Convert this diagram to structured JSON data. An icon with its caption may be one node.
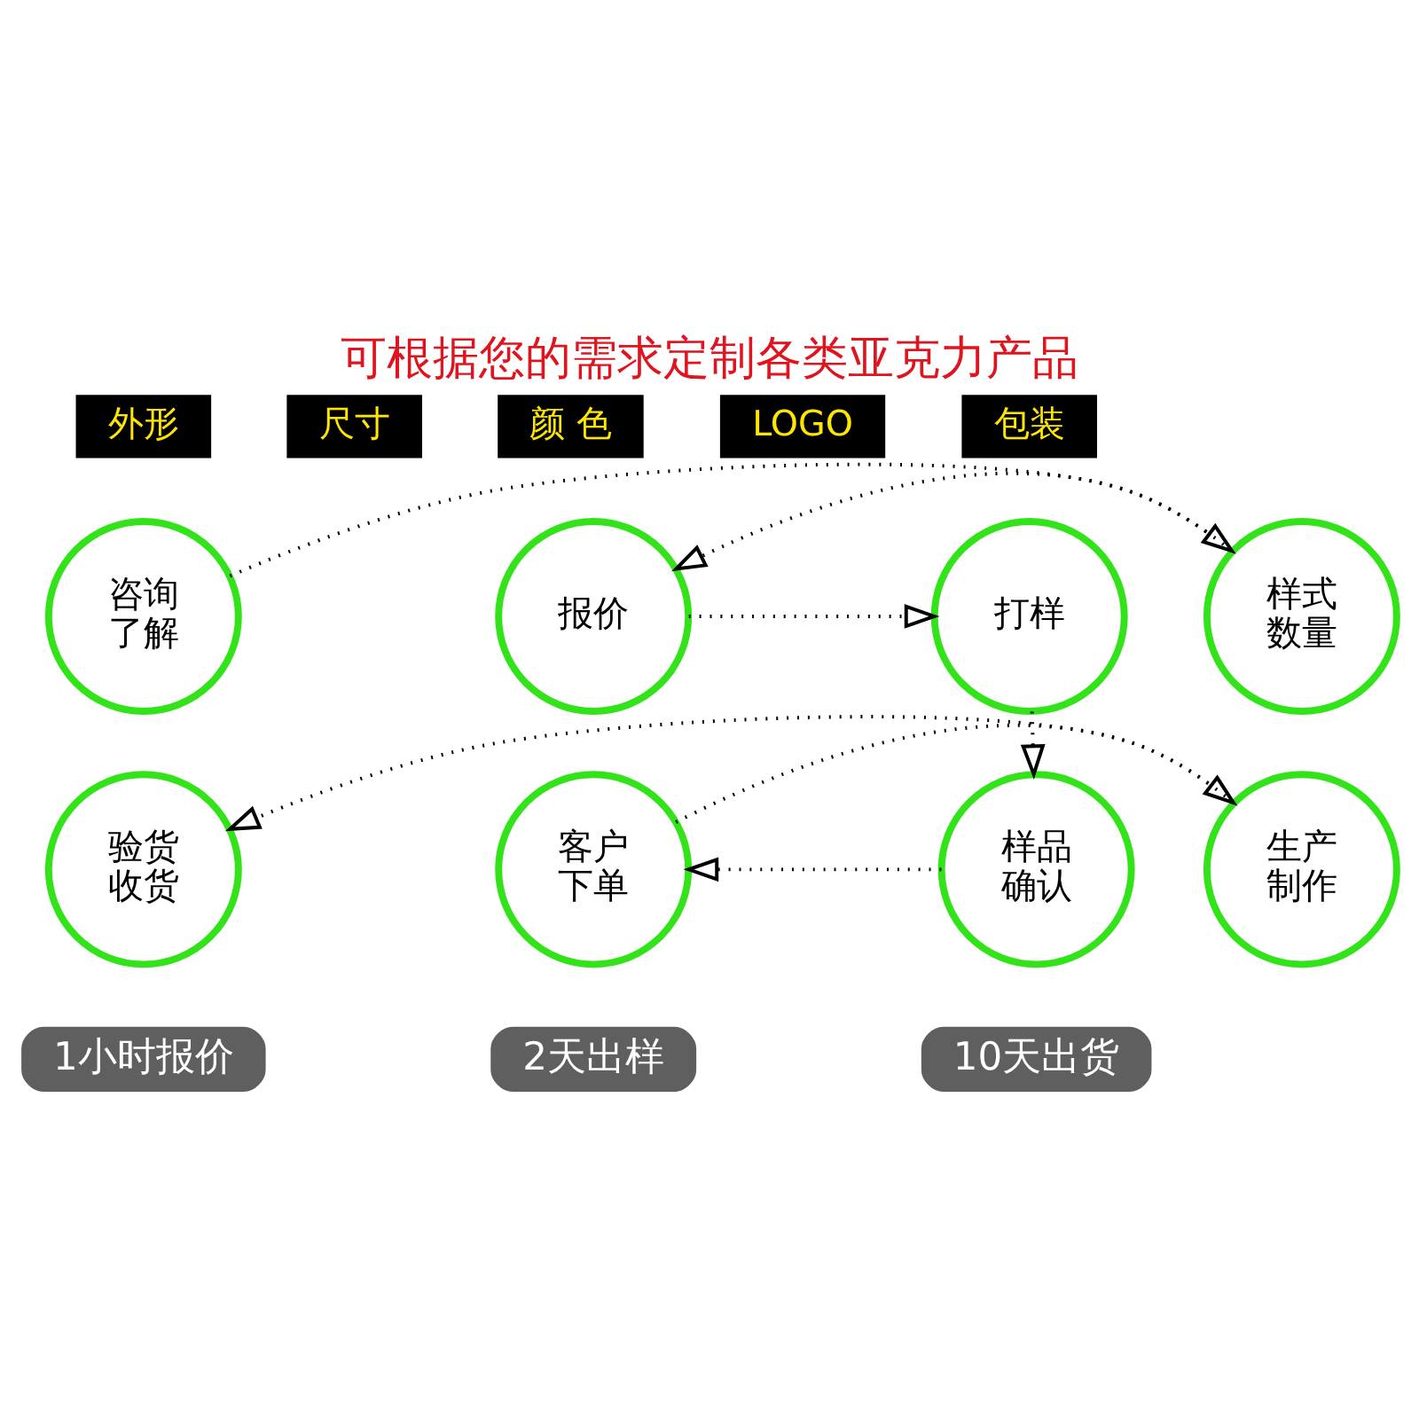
{
  "diagram": {
    "title": "可根据您的需求定制各类亚克力产品",
    "nodes": [
      {
        "text": [
          "咨询了解"
        ]
      },
      {
        "text": [
          "样式数量"
        ]
      },
      {
        "text": [
          "报价"
        ]
      },
      {
        "text": [
          "打样"
        ]
      },
      {
        "text": [
          "验货收货"
        ]
      },
      {
        "text": [
          "生产制作"
        ]
      },
      {
        "text": [
          "客户下单"
        ]
      },
      {
        "text": [
          "样品确认"
        ]
      }
    ],
    "edges": [
      {
        "from": 0,
        "to": 1,
        "arrow": "to",
        "style": "dashed"
      },
      {
        "from": 1,
        "to": 2,
        "arrow": "to",
        "style": "dashed"
      },
      {
        "from": 2,
        "to": 3,
        "arrow": "to",
        "style": "dashed"
      },
      {
        "from": 3,
        "to": 7,
        "arrow": "to",
        "style": "dashed"
      },
      {
        "from": 7,
        "to": 6,
        "arrow": "to",
        "style": "dashed"
      },
      {
        "from": 6,
        "to": 5,
        "arrow": "to",
        "style": "dashed"
      },
      {
        "from": 5,
        "to": 4,
        "arrow": "to",
        "style": "dashed"
      }
    ],
    "labels": [
      "外形",
      "尺寸",
      "颜 色",
      "LOGO",
      "包装",
      "1小时报价",
      "2天出样",
      "10天出货"
    ]
  }
}
